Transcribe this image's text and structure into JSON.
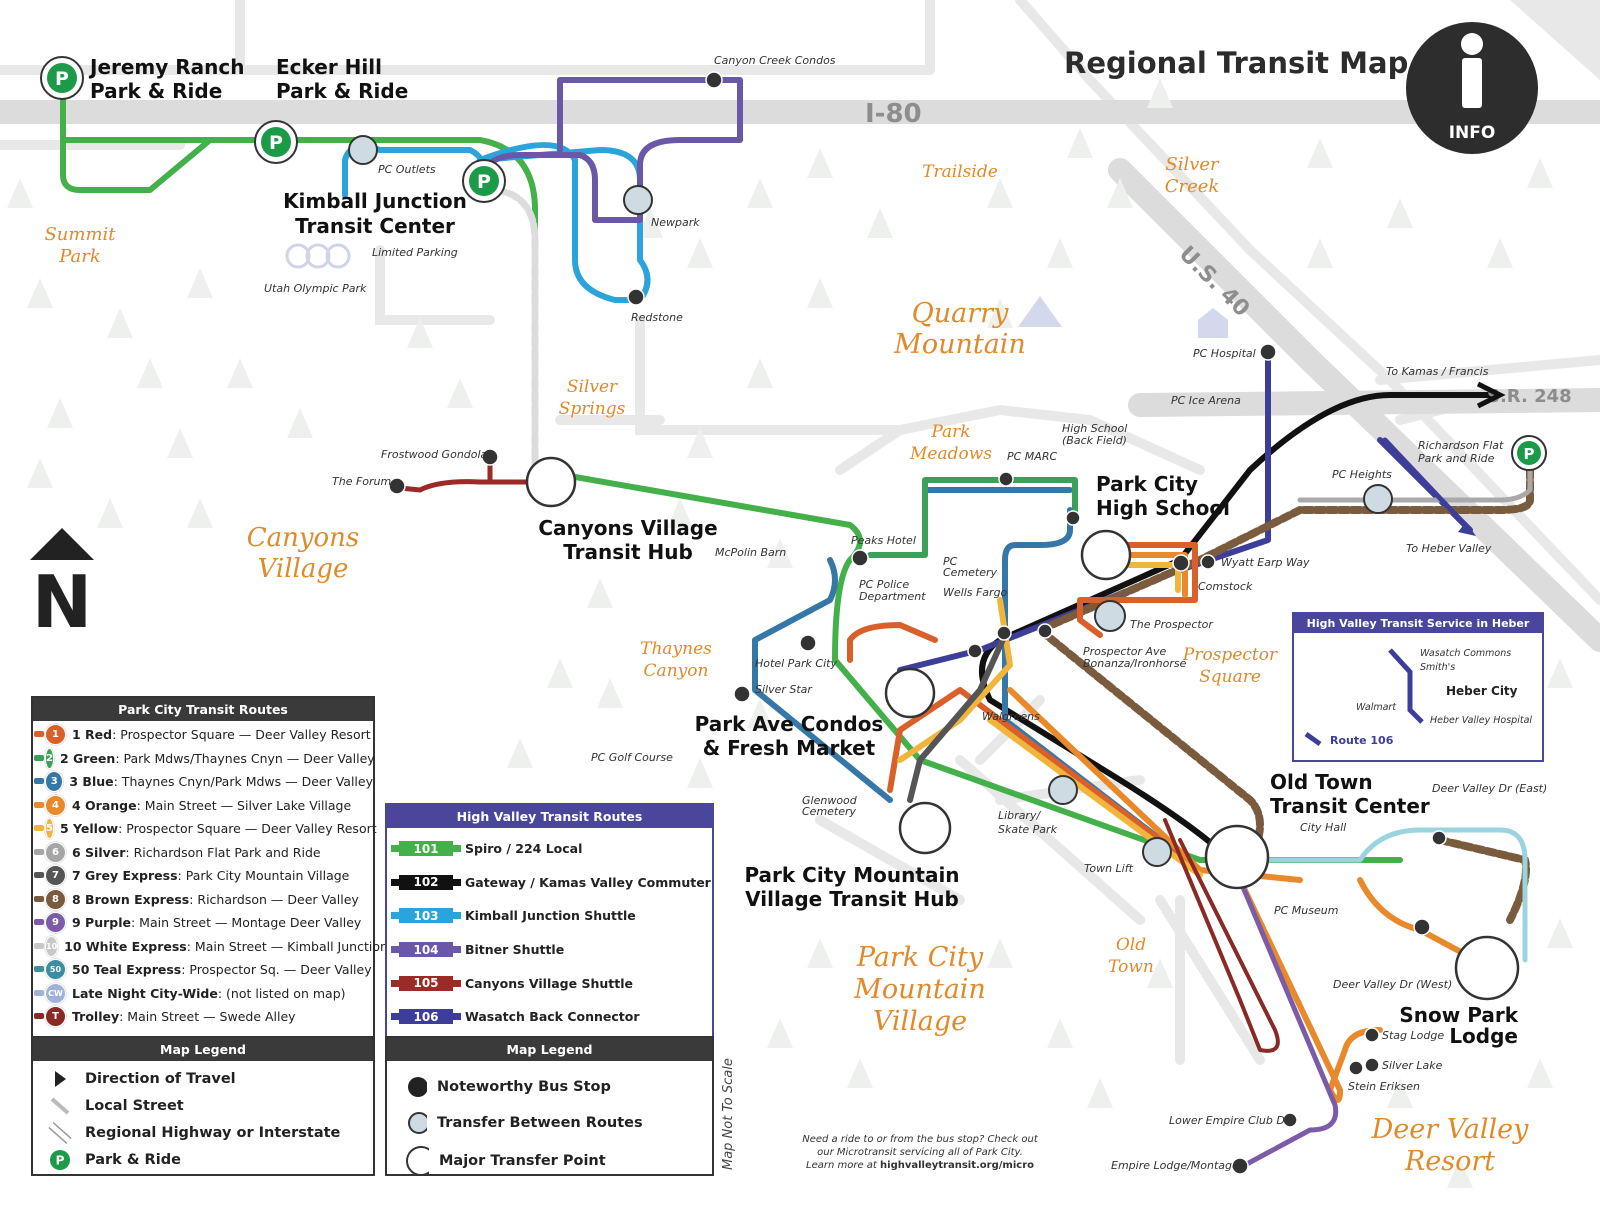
{
  "title": "Regional Transit Map",
  "info_label": "INFO",
  "highways": {
    "i80": "I-80",
    "us40": "U.S. 40",
    "sr248": "S.R. 248"
  },
  "areas": {
    "summit_park": [
      "Summit",
      "Park"
    ],
    "trailside": "Trailside",
    "silver_creek": [
      "Silver",
      "Creek"
    ],
    "quarry": [
      "Quarry",
      "Mountain"
    ],
    "silver_springs": [
      "Silver",
      "Springs"
    ],
    "park_meadows": [
      "Park",
      "Meadows"
    ],
    "canyons": [
      "Canyons",
      "Village"
    ],
    "thaynes": [
      "Thaynes",
      "Canyon"
    ],
    "prospector": [
      "Prospector",
      "Square"
    ],
    "old_town": [
      "Old",
      "Town"
    ],
    "pcmv": [
      "Park City",
      "Mountain",
      "Village"
    ],
    "deer_valley": [
      "Deer Valley",
      "Resort"
    ]
  },
  "hubs": {
    "jeremy": [
      "Jeremy Ranch",
      "Park & Ride"
    ],
    "ecker": [
      "Ecker Hill",
      "Park & Ride"
    ],
    "kimball": [
      "Kimball Junction",
      "Transit Center"
    ],
    "canyons_hub": [
      "Canyons Village",
      "Transit Hub"
    ],
    "pchs": [
      "Park City",
      "High School"
    ],
    "park_ave": [
      "Park Ave Condos",
      "& Fresh Market"
    ],
    "otc": [
      "Old Town",
      "Transit Center"
    ],
    "pcmv_hub": [
      "Park City Mountain",
      "Village Transit Hub"
    ],
    "snow_park": [
      "Snow Park",
      "Lodge"
    ]
  },
  "stops": {
    "canyon_creek": "Canyon Creek Condos",
    "pc_outlets": "PC Outlets",
    "limited_parking": "Limited Parking",
    "utah_olympic": "Utah Olympic Park",
    "newpark": "Newpark",
    "redstone": "Redstone",
    "pc_hospital": "PC Hospital",
    "kamas": "To Kamas / Francis",
    "pc_ice": "PC Ice Arena",
    "richardson": [
      "Richardson Flat",
      "Park and Ride"
    ],
    "pc_heights": "PC Heights",
    "heber_valley": "To Heber Valley",
    "frostwood": "Frostwood Gondola",
    "forum": "The Forum",
    "high_school_bf": [
      "High School",
      "(Back Field)"
    ],
    "pc_marc": "PC MARC",
    "peaks": "Peaks Hotel",
    "mcpolin": "McPolin Barn",
    "pc_police": [
      "PC Police",
      "Department"
    ],
    "pc_cemetery": [
      "PC",
      "Cemetery"
    ],
    "wells_fargo": "Wells Fargo",
    "wyatt": "Wyatt Earp Way",
    "comstock": "Comstock",
    "prospector_stop": "The Prospector",
    "bonanza": [
      "Prospector Ave",
      "Bonanza/Ironhorse"
    ],
    "hotel_pc": "Hotel Park City",
    "silver_star": "Silver Star",
    "walgreens": "Walgreens",
    "pc_golf": "PC Golf Course",
    "glenwood": [
      "Glenwood",
      "Cemetery"
    ],
    "library": [
      "Library/",
      "Skate Park"
    ],
    "town_lift": "Town Lift",
    "city_hall": "City Hall",
    "pc_museum": "PC Museum",
    "dv_east": "Deer Valley Dr (East)",
    "dv_west": "Deer Valley Dr (West)",
    "stag": "Stag Lodge",
    "silver_lake": "Silver Lake",
    "stein": "Stein Eriksen",
    "lower_empire": "Lower Empire Club Dr",
    "empire_lodge": "Empire Lodge/Montage"
  },
  "heber_box": {
    "title": "High Valley Transit Service in Heber",
    "wasatch": "Wasatch Commons",
    "smiths": "Smith's",
    "walmart": "Walmart",
    "heber_city": "Heber City",
    "hospital": "Heber Valley Hospital",
    "route": "Route 106"
  },
  "pc_routes": {
    "title": "Park City Transit Routes",
    "items": [
      {
        "badge": "1",
        "color": "#d9602a",
        "name": "1 Red",
        "desc": ": Prospector Square  —  Deer Valley Resort"
      },
      {
        "badge": "2",
        "color": "#3aa05a",
        "name": "2 Green",
        "desc": ": Park Mdws/Thaynes Cnyn — Deer Valley"
      },
      {
        "badge": "3",
        "color": "#3578a8",
        "name": "3 Blue",
        "desc": ": Thaynes Cnyn/Park Mdws — Deer Valley"
      },
      {
        "badge": "4",
        "color": "#e8892b",
        "name": "4 Orange",
        "desc": ": Main Street — Silver Lake Village"
      },
      {
        "badge": "5",
        "color": "#f0b53a",
        "name": "5 Yellow",
        "desc": ": Prospector Square — Deer Valley Resort"
      },
      {
        "badge": "6",
        "color": "#a6a6a6",
        "name": "6 Silver",
        "desc": ": Richardson Flat Park and Ride"
      },
      {
        "badge": "7",
        "color": "#555555",
        "name": "7 Grey Express",
        "desc": ": Park City Mountain Village"
      },
      {
        "badge": "8",
        "color": "#7a5b3e",
        "name": "8 Brown Express",
        "desc": ": Richardson — Deer Valley"
      },
      {
        "badge": "9",
        "color": "#7c5ca8",
        "name": "9 Purple",
        "desc": ": Main Street — Montage Deer Valley"
      },
      {
        "badge": "10",
        "color": "#c8c8c8",
        "name": "10 White Express",
        "desc": ": Main Street — Kimball Junction"
      },
      {
        "badge": "50",
        "color": "#3c8ea0",
        "name": "50 Teal Express",
        "desc": ": Prospector Sq. — Deer Valley"
      },
      {
        "badge": "CW",
        "color": "#9fb2d8",
        "name": "Late Night City-Wide",
        "desc": ": (not listed on map)"
      },
      {
        "badge": "T",
        "color": "#8a2a25",
        "name": "Trolley",
        "desc": ": Main Street — Swede Alley"
      }
    ]
  },
  "hv_routes": {
    "title": "High Valley Transit Routes",
    "items": [
      {
        "num": "101",
        "color": "#43b04a",
        "name": "Spiro / 224 Local"
      },
      {
        "num": "102",
        "color": "#111111",
        "name": "Gateway / Kamas Valley  Commuter"
      },
      {
        "num": "103",
        "color": "#2ba4dc",
        "name": "Kimball Junction Shuttle"
      },
      {
        "num": "104",
        "color": "#6a57a8",
        "name": "Bitner Shuttle"
      },
      {
        "num": "105",
        "color": "#9c2a26",
        "name": "Canyons Village Shuttle"
      },
      {
        "num": "106",
        "color": "#3d3e9a",
        "name": "Wasatch Back Connector"
      }
    ]
  },
  "map_legend_left": {
    "title": "Map Legend",
    "items": [
      "Direction of Travel",
      "Local Street",
      "Regional Highway or Interstate",
      "Park & Ride"
    ]
  },
  "map_legend_right": {
    "title": "Map Legend",
    "items": [
      "Noteworthy Bus Stop",
      "Transfer Between Routes",
      "Major Transfer Point"
    ]
  },
  "not_to_scale": "Map Not To Scale",
  "micro_note": [
    "Need a ride to or from the bus stop? Check out",
    "our Microtransit servicing all of Park City.",
    "Learn more at "
  ],
  "micro_link": "highvalleytransit.org/micro",
  "parking_letter": "P",
  "north_letter": "N",
  "colors": {
    "grid": "#e7e7e7",
    "road": "#e2e2e2",
    "orange": "#e08a2a",
    "tree": "#eef0ee"
  }
}
